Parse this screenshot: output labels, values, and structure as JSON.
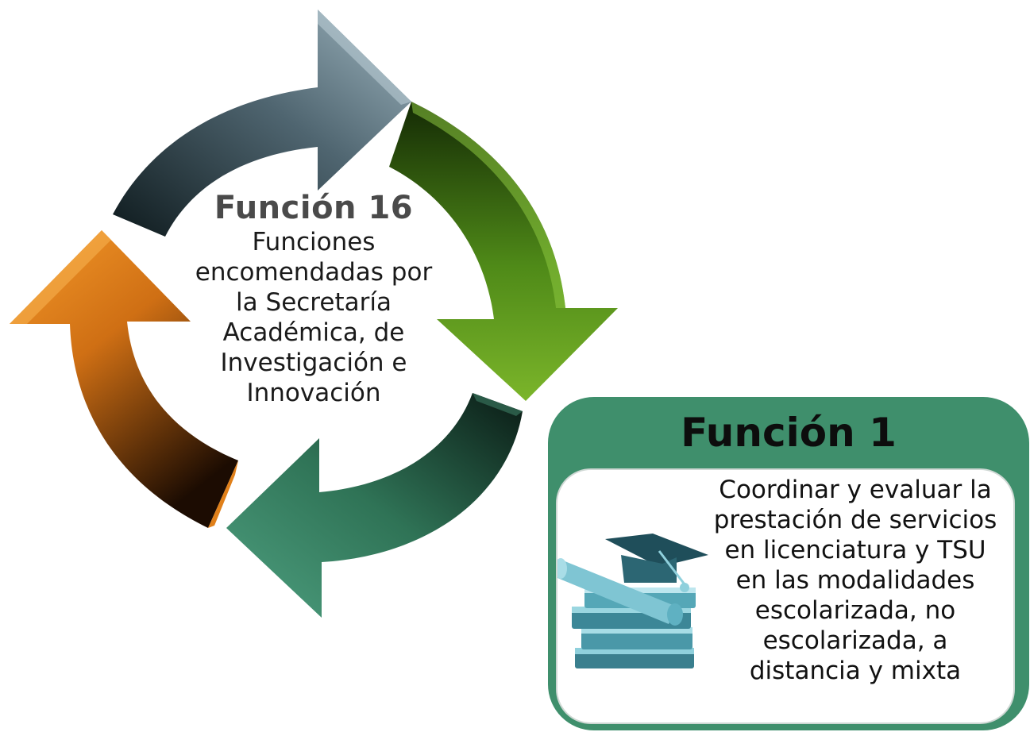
{
  "center": {
    "title": "Función 16",
    "lines": [
      "Funciones",
      "encomendadas por",
      "la Secretaría",
      "Académica, de",
      "Investigación e",
      "Innovación"
    ]
  },
  "card": {
    "title": "Función 1",
    "lines": [
      "Coordinar y evaluar la",
      "prestación de servicios",
      "en licenciatura y TSU",
      "en las modalidades",
      "escolarizada, no",
      "escolarizada, a",
      "distancia y mixta"
    ]
  },
  "colors": {
    "arrow_gray": "#7f97a3",
    "arrow_green": "#6aa322",
    "arrow_teal": "#3f8f6c",
    "arrow_orange": "#ee8a1d",
    "card_bg": "#3f8f6c"
  },
  "icons": {
    "cycle": "cycle-arrows-icon",
    "books": "graduation-books-icon"
  }
}
